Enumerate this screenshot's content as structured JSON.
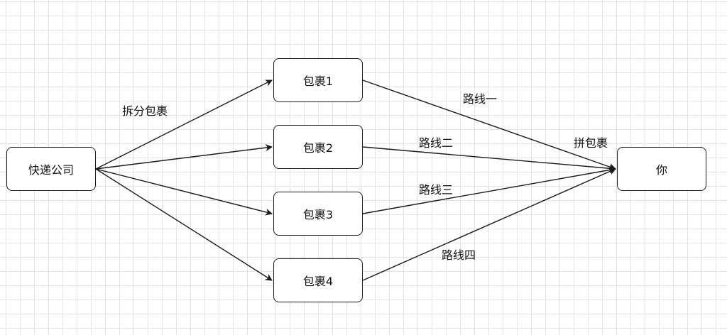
{
  "nodes": {
    "company": "快递公司",
    "package_1": "包裹1",
    "package_2": "包裹2",
    "package_3": "包裹3",
    "package_4": "包裹4",
    "you": "你"
  },
  "edge_labels": {
    "split": "拆分包裹",
    "route_1": "路线一",
    "route_2": "路线二",
    "route_3": "路线三",
    "route_4": "路线四",
    "merge": "拼包裹"
  },
  "edges": [
    {
      "from": "company",
      "to": "package_1"
    },
    {
      "from": "company",
      "to": "package_2"
    },
    {
      "from": "company",
      "to": "package_3"
    },
    {
      "from": "company",
      "to": "package_4"
    },
    {
      "from": "package_1",
      "to": "you"
    },
    {
      "from": "package_2",
      "to": "you"
    },
    {
      "from": "package_3",
      "to": "you"
    },
    {
      "from": "package_4",
      "to": "you"
    }
  ],
  "colors": {
    "stroke": "#1a1a1a",
    "grid": "#e3e3e3",
    "background": "#ffffff"
  }
}
